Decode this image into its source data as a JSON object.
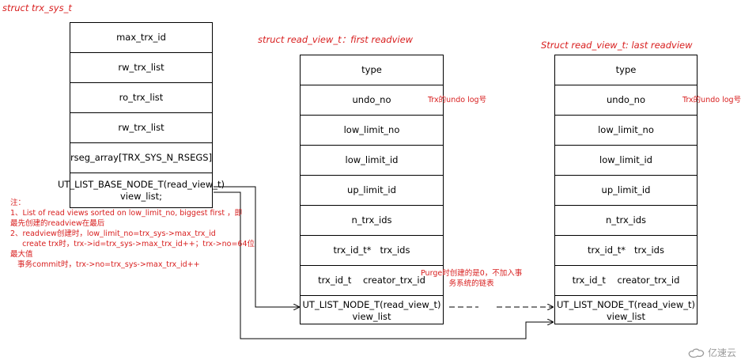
{
  "trx_sys": {
    "title": "struct trx_sys_t",
    "fields": [
      "max_trx_id",
      "rw_trx_list",
      "ro_trx_list",
      "rw_trx_list",
      "rseg_array[TRX_SYS_N_RSEGS]",
      "UT_LIST_BASE_NODE_T(read_view_t) view_list;"
    ]
  },
  "first_view": {
    "title": "struct read_view_t：first readview",
    "fields": [
      "type",
      "undo_no",
      "low_limit_no",
      "low_limit_id",
      "up_limit_id",
      "n_trx_ids",
      "trx_id_t*   trx_ids",
      "trx_id_t    creator_trx_id",
      "UT_LIST_NODE_T(read_view_t) view_list"
    ]
  },
  "last_view": {
    "title": "Struct read_view_t: last readview",
    "fields": [
      "type",
      "undo_no",
      "low_limit_no",
      "low_limit_id",
      "up_limit_id",
      "n_trx_ids",
      "trx_id_t*   trx_ids",
      "trx_id_t    creator_trx_id",
      "UT_LIST_NODE_T(read_view_t) view_list"
    ]
  },
  "annotations": {
    "undo_no_first": "Trx的undo log号",
    "undo_no_last": "Trx的undo log号",
    "creator": "Purge时创建的是0，不加入事\n务系统的链表"
  },
  "notes": "注：\n1、List of read views sorted on low_limit_no, biggest first ，即\n最先创建的readview在最后\n2、readview创建时，low_limit_no=trx_sys->max_trx_id\n     create trx时，trx->id=trx_sys->max_trx_id++；trx->no=64位\n最大值\n   事务commit时，trx->no=trx_sys->max_trx_id++",
  "watermark": "亿速云",
  "colors": {
    "red": "#d81e1e",
    "line": "#000000"
  }
}
